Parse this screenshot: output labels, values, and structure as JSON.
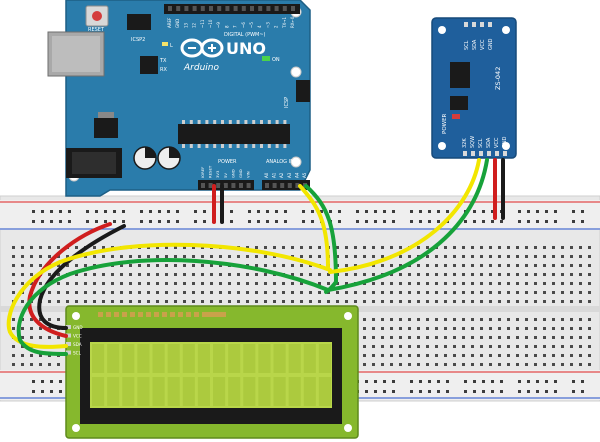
{
  "arduino": {
    "reset_label": "RESET",
    "icsp2_label": "ICSP2",
    "brand": "Arduino",
    "model": "UNO",
    "digital_label": "DIGITAL (PWM~)",
    "l_label": "L",
    "tx_label": "TX",
    "rx_label": "RX",
    "on_label": "ON",
    "icsp_label": "ICSP",
    "power_label": "POWER",
    "analog_label": "ANALOG IN",
    "digital_pins": [
      "AREF",
      "GND",
      "13",
      "12",
      "~11",
      "~10",
      "~9",
      "8",
      "7",
      "~6",
      "~5",
      "4",
      "~3",
      "2",
      "TX→1",
      "RX←0"
    ],
    "power_pins": [
      "IOREF",
      "RESET",
      "3V3",
      "5V",
      "GND",
      "GND",
      "VIN"
    ],
    "analog_pins": [
      "A0",
      "A1",
      "A2",
      "A3",
      "A4",
      "A5"
    ]
  },
  "rtc": {
    "chip_label": "ZS-042",
    "power_label": "POWER",
    "top_pins": [
      "SCL",
      "SDA",
      "VCC",
      "GND"
    ],
    "bottom_pins": [
      "32K",
      "SQW",
      "SCL",
      "SDA",
      "VCC",
      "GND"
    ]
  },
  "lcd": {
    "pins": [
      "GND",
      "VCC",
      "SDA",
      "SCL"
    ]
  },
  "wire_colors": {
    "red": "#d01e1e",
    "black": "#1a1a1a",
    "yellow": "#f2e600",
    "green": "#17a23a"
  },
  "colors": {
    "arduino_board": "#2a7cab",
    "rtc_board": "#1f5f9c",
    "lcd_pcb": "#86b82d",
    "lcd_screen": "#b9d64a",
    "breadboard": "#e9e9e9",
    "rail_red": "#e24a4a",
    "rail_blue": "#4a6fd0"
  }
}
